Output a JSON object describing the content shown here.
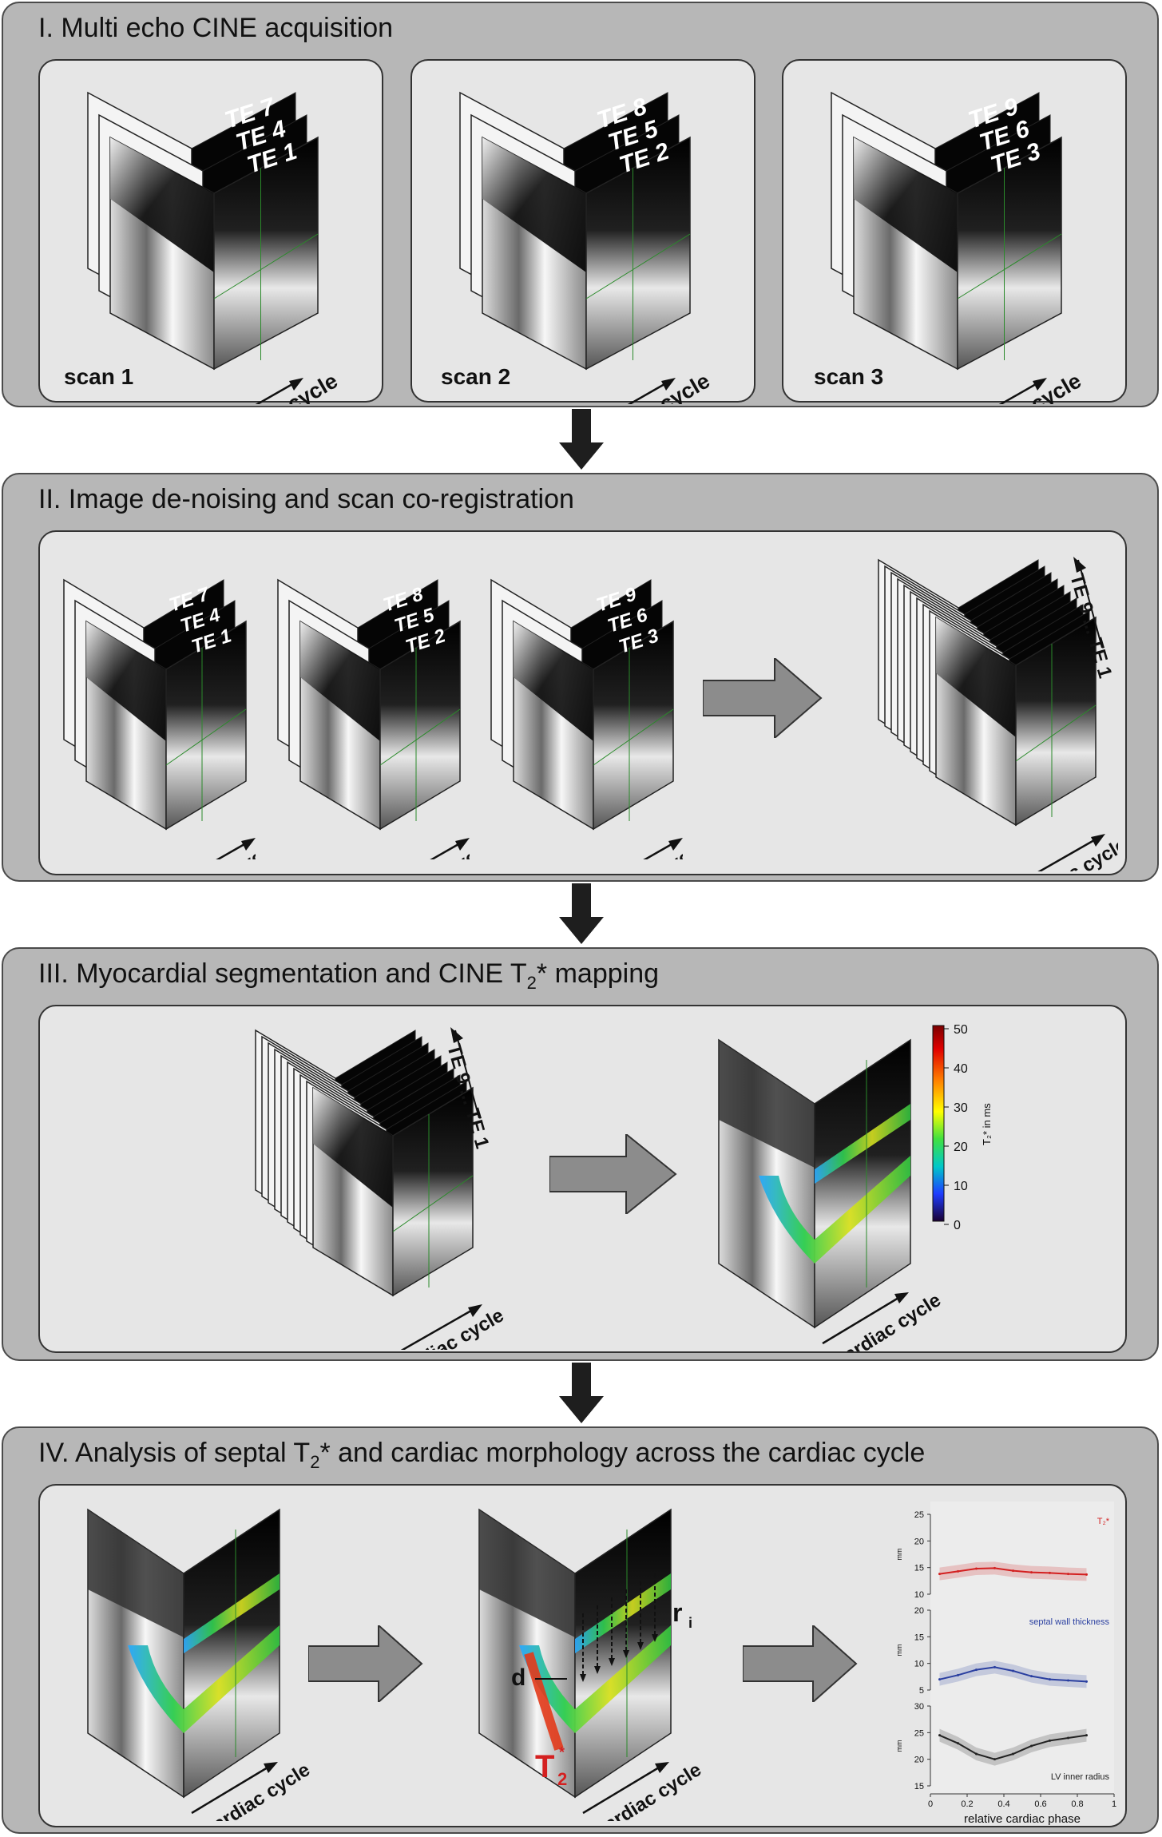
{
  "panels": [
    {
      "title_pre": "I. Multi echo CINE acquisition",
      "title_sub": "",
      "title_post": ""
    },
    {
      "title_pre": "II. Image de-noising and scan co-registration",
      "title_sub": "",
      "title_post": ""
    },
    {
      "title_pre": "III. Myocardial segmentation and CINE T",
      "title_sub": "2",
      "title_post": "* mapping"
    },
    {
      "title_pre": "IV. Analysis of septal T",
      "title_sub": "2",
      "title_post": "* and cardiac morphology across the cardiac cycle"
    }
  ],
  "scans": [
    {
      "label": "scan 1",
      "te": [
        "TE 7",
        "TE 4",
        "TE 1"
      ]
    },
    {
      "label": "scan 2",
      "te": [
        "TE 8",
        "TE 5",
        "TE 2"
      ]
    },
    {
      "label": "scan 3",
      "te": [
        "TE 9",
        "TE 6",
        "TE 3"
      ]
    }
  ],
  "axis_label": "cardiac cycle",
  "te_range_label": "TE 9 ... TE 1",
  "colorbar": {
    "ticks": [
      "50",
      "40",
      "30",
      "20",
      "10",
      "0"
    ],
    "label": "T₂* in ms",
    "colors": [
      "#1a0033",
      "#1e3cff",
      "#00c8c8",
      "#40e040",
      "#ffff00",
      "#ff8000",
      "#e00000",
      "#7a0000"
    ]
  },
  "annotations": {
    "d": "d",
    "ri": "r",
    "ri_sub": "i",
    "t2": "T",
    "t2_sub": "2",
    "t2_sup": "*"
  },
  "chart_data": {
    "type": "line",
    "xlabel": "relative cardiac phase",
    "x_ticks": [
      "0",
      "0.2",
      "0.4",
      "0.6",
      "0.8",
      "1"
    ],
    "xlim": [
      0,
      1
    ],
    "subplots": [
      {
        "name": "T₂*",
        "ylabel": "mm",
        "ylim": [
          10,
          25
        ],
        "y_ticks": [
          "25",
          "20",
          "15",
          "10"
        ],
        "color": "#d32020",
        "x": [
          0.05,
          0.15,
          0.25,
          0.35,
          0.45,
          0.55,
          0.65,
          0.75,
          0.85
        ],
        "values": [
          13.8,
          14.3,
          14.8,
          14.9,
          14.4,
          14.1,
          14.0,
          13.8,
          13.7
        ]
      },
      {
        "name": "septal wall thickness",
        "ylabel": "mm",
        "ylim": [
          5,
          20
        ],
        "y_ticks": [
          "20",
          "15",
          "10",
          "5"
        ],
        "color": "#2a3fa0",
        "x": [
          0.05,
          0.15,
          0.25,
          0.35,
          0.45,
          0.55,
          0.65,
          0.75,
          0.85
        ],
        "values": [
          7.0,
          7.8,
          8.8,
          9.3,
          8.6,
          7.6,
          7.0,
          6.8,
          6.6
        ]
      },
      {
        "name": "LV inner radius",
        "ylabel": "mm",
        "ylim": [
          15,
          30
        ],
        "y_ticks": [
          "30",
          "25",
          "20",
          "15"
        ],
        "color": "#222222",
        "x": [
          0.05,
          0.15,
          0.25,
          0.35,
          0.45,
          0.55,
          0.65,
          0.75,
          0.85
        ],
        "values": [
          24.5,
          23.0,
          21.0,
          20.0,
          21.0,
          22.5,
          23.5,
          24.0,
          24.5
        ]
      }
    ]
  }
}
